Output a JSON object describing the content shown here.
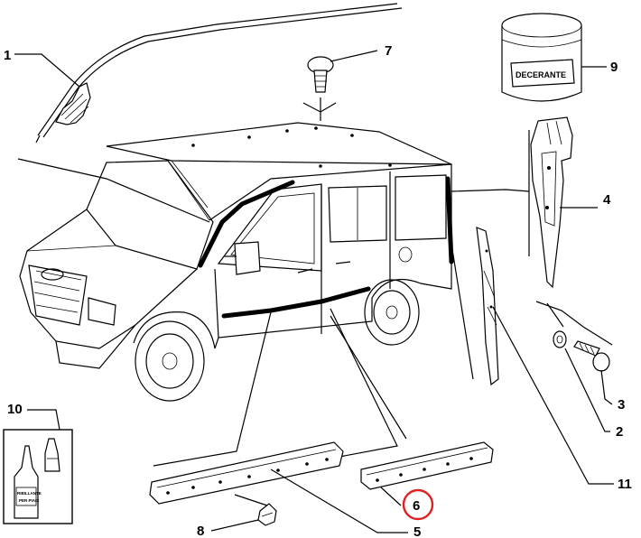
{
  "callouts": [
    {
      "id": "1",
      "label": "1"
    },
    {
      "id": "2",
      "label": "2"
    },
    {
      "id": "3",
      "label": "3"
    },
    {
      "id": "4",
      "label": "4"
    },
    {
      "id": "5",
      "label": "5"
    },
    {
      "id": "6",
      "label": "6"
    },
    {
      "id": "7",
      "label": "7"
    },
    {
      "id": "8",
      "label": "8"
    },
    {
      "id": "9",
      "label": "9"
    },
    {
      "id": "10",
      "label": "10"
    },
    {
      "id": "11",
      "label": "11"
    }
  ],
  "highlighted_callout": "6",
  "highlight_color": "#e02020",
  "jar_label": "DECERANTE",
  "bottle_label_line1": "RIBILLANTE",
  "bottle_label_line2": "PER PIAIS"
}
